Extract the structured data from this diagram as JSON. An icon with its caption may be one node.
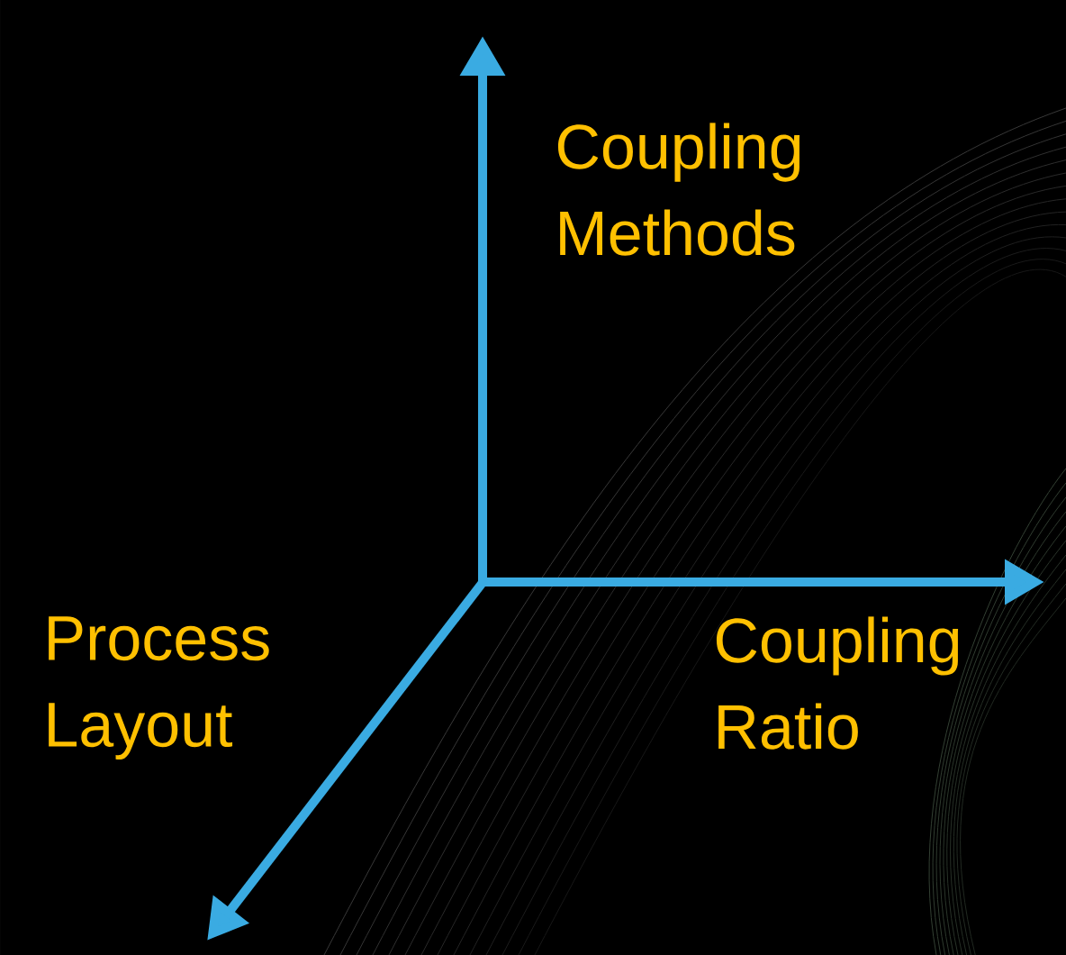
{
  "diagram": {
    "labels": [
      "Coupling Methods",
      "Process Layout",
      "Coupling Ratio"
    ]
  }
}
